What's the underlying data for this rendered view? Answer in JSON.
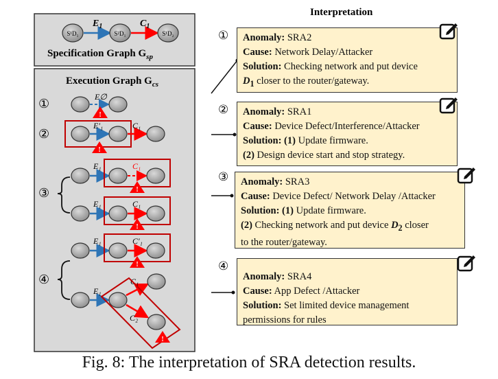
{
  "spec_graph": {
    "title": "Specification Graph G",
    "title_sub": "sp",
    "edge1": "E",
    "edge1_sub": "1",
    "edge2": "C",
    "edge2_sub": "1",
    "node_s1": "S¹D₁",
    "node_s2": "S²D₁",
    "node_s3": "S¹D₂"
  },
  "exec_graph": {
    "title": "Execution Graph G",
    "title_sub": "cs",
    "markers": [
      "①",
      "②",
      "③",
      "④"
    ],
    "edge_e_empty": "E∅",
    "edge_e1": "E₁",
    "edge_e1_prime": "E′₁",
    "edge_c1": "C₁",
    "edge_c1_prime": "C′₁",
    "edge_c2": "C₂"
  },
  "interpretation": {
    "heading": "Interpretation",
    "cards": [
      {
        "marker": "①",
        "anomaly_label": "Anomaly:",
        "anomaly": "SRA2",
        "cause_label": "Cause:",
        "cause": "Network Delay/Attacker",
        "solution_label": "Solution:",
        "solution": "Checking network and put device",
        "solution_cont_var": "D",
        "solution_cont_sub": "1",
        "solution_cont": "closer to the router/gateway."
      },
      {
        "marker": "②",
        "anomaly_label": "Anomaly:",
        "anomaly": "SRA1",
        "cause_label": "Cause:",
        "cause": "Device Defect/Interference/Attacker",
        "solution_label": "Solution:",
        "solution_num1": "(1)",
        "solution": "Update firmware.",
        "solution_num2": "(2)",
        "solution2": "Design device start and stop strategy."
      },
      {
        "marker": "③",
        "anomaly_label": "Anomaly:",
        "anomaly": "SRA3",
        "cause_label": "Cause:",
        "cause": "Device Defect/ Network Delay /Attacker",
        "solution_label": "Solution:",
        "solution_num1": "(1)",
        "solution": "Update firmware.",
        "solution_num2": "(2)",
        "solution2": "Checking network and put device",
        "solution2_var": "D",
        "solution2_sub": "2",
        "solution2_tail": "closer",
        "solution2_cont": "to the router/gateway."
      },
      {
        "marker": "④",
        "anomaly_label": "Anomaly:",
        "anomaly": "SRA4",
        "cause_label": "Cause:",
        "cause": "App Defect /Attacker",
        "solution_label": "Solution:",
        "solution": "Set limited device management",
        "solution_cont": "permissions for rules"
      }
    ]
  },
  "caption": "Fig. 8: The interpretation of SRA detection results.",
  "colors": {
    "panel_bg": "#D9D9D9",
    "card_bg": "#FFF2CC",
    "edge_blue": "#2E75B6",
    "edge_red": "#FF0000",
    "highlight_red": "#C00000",
    "node_fill": "#A6A6A6"
  }
}
